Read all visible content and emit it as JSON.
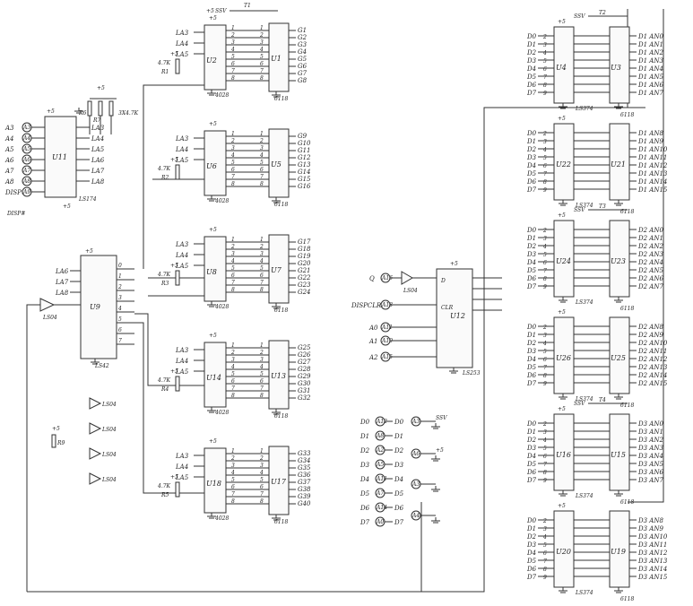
{
  "dig": {
    "U11": "U11",
    "inputs": [
      "A3",
      "A4",
      "A5",
      "A6",
      "A7",
      "A8",
      "DISP#"
    ],
    "inputPins": [
      "A3",
      "A4",
      "A5",
      "A6",
      "A7",
      "A8",
      "A9"
    ],
    "u11Out": [
      "LA3",
      "LA4",
      "LA5",
      "LA6",
      "LA7",
      "LA8"
    ],
    "u11Part": "LS174",
    "dispLabel": "DISP#",
    "u9": "U9",
    "u9Part": "LS42",
    "u9In": [
      "LA6",
      "LA7",
      "LA8"
    ],
    "lsInv": "LS04",
    "r6": "R6",
    "r7": "R7",
    "r3k": "3X4.7K",
    "rP": "R9",
    "pwr": "+5",
    "ssv": "SSV",
    "decoders": [
      {
        "u": "U2",
        "drv": "U1",
        "r": "R1",
        "g": [
          "G1",
          "G2",
          "G3",
          "G4",
          "G5",
          "G6",
          "G7",
          "G8"
        ]
      },
      {
        "u": "U6",
        "drv": "U5",
        "r": "R2",
        "g": [
          "G9",
          "G10",
          "G11",
          "G12",
          "G13",
          "G14",
          "G15",
          "G16"
        ]
      },
      {
        "u": "U8",
        "drv": "U7",
        "r": "R3",
        "g": [
          "G17",
          "G18",
          "G19",
          "G20",
          "G21",
          "G22",
          "G23",
          "G24"
        ]
      },
      {
        "u": "U14",
        "drv": "U13",
        "r": "R4",
        "g": [
          "G25",
          "G26",
          "G27",
          "G28",
          "G29",
          "G30",
          "G31",
          "G32"
        ]
      },
      {
        "u": "U18",
        "drv": "U17",
        "r": "R5",
        "g": [
          "G33",
          "G34",
          "G35",
          "G36",
          "G37",
          "G38",
          "G39",
          "G40"
        ]
      }
    ],
    "decPart": "4028",
    "drvPart": "6118",
    "res": "4.7K",
    "laIn": [
      "LA3",
      "LA4",
      "LA5"
    ],
    "u12": "U12",
    "u12Part": "LS253",
    "u12In": [
      "Q",
      "DISPCLR#",
      "A0",
      "A1",
      "A2"
    ],
    "u12Pins": [
      "A16",
      "A18",
      "A11",
      "A10",
      "A15"
    ],
    "u12Out": [
      "D",
      "CLR"
    ],
    "connLeft": [
      "D0",
      "D1",
      "D2",
      "D3",
      "D4",
      "D5",
      "D6",
      "D7"
    ],
    "connPins": [
      "A12",
      "A8",
      "A2",
      "A5",
      "A11",
      "A7",
      "A14",
      "A0"
    ],
    "connRight": [
      "A3",
      "A6",
      "A3",
      "A4"
    ],
    "latches": [
      {
        "u": "U4",
        "drv": "U3",
        "pre": "D1",
        "n": [
          "AN0",
          "AN1",
          "AN2",
          "AN3",
          "AN4",
          "AN5",
          "AN6",
          "AN7"
        ]
      },
      {
        "u": "U22",
        "drv": "U21",
        "pre": "D1",
        "n": [
          "AN8",
          "AN9",
          "AN10",
          "AN11",
          "AN12",
          "AN13",
          "AN14",
          "AN15"
        ]
      },
      {
        "u": "U24",
        "drv": "U23",
        "pre": "D2",
        "n": [
          "AN0",
          "AN1",
          "AN2",
          "AN3",
          "AN4",
          "AN5",
          "AN6",
          "AN7"
        ]
      },
      {
        "u": "U26",
        "drv": "U25",
        "pre": "D2",
        "n": [
          "AN8",
          "AN9",
          "AN10",
          "AN11",
          "AN12",
          "AN13",
          "AN14",
          "AN15"
        ]
      },
      {
        "u": "U16",
        "drv": "U15",
        "pre": "D3",
        "n": [
          "AN0",
          "AN1",
          "AN2",
          "AN3",
          "AN4",
          "AN5",
          "AN6",
          "AN7"
        ]
      },
      {
        "u": "U20",
        "drv": "U19",
        "pre": "D3",
        "n": [
          "AN8",
          "AN9",
          "AN10",
          "AN11",
          "AN12",
          "AN13",
          "AN14",
          "AN15"
        ]
      }
    ],
    "latchPart": "LS374",
    "dIn": [
      "D0",
      "D1",
      "D2",
      "D3",
      "D4",
      "D5",
      "D6",
      "D7"
    ],
    "t1": "T1",
    "t2": "T2",
    "t3": "T3",
    "t4": "T4"
  }
}
